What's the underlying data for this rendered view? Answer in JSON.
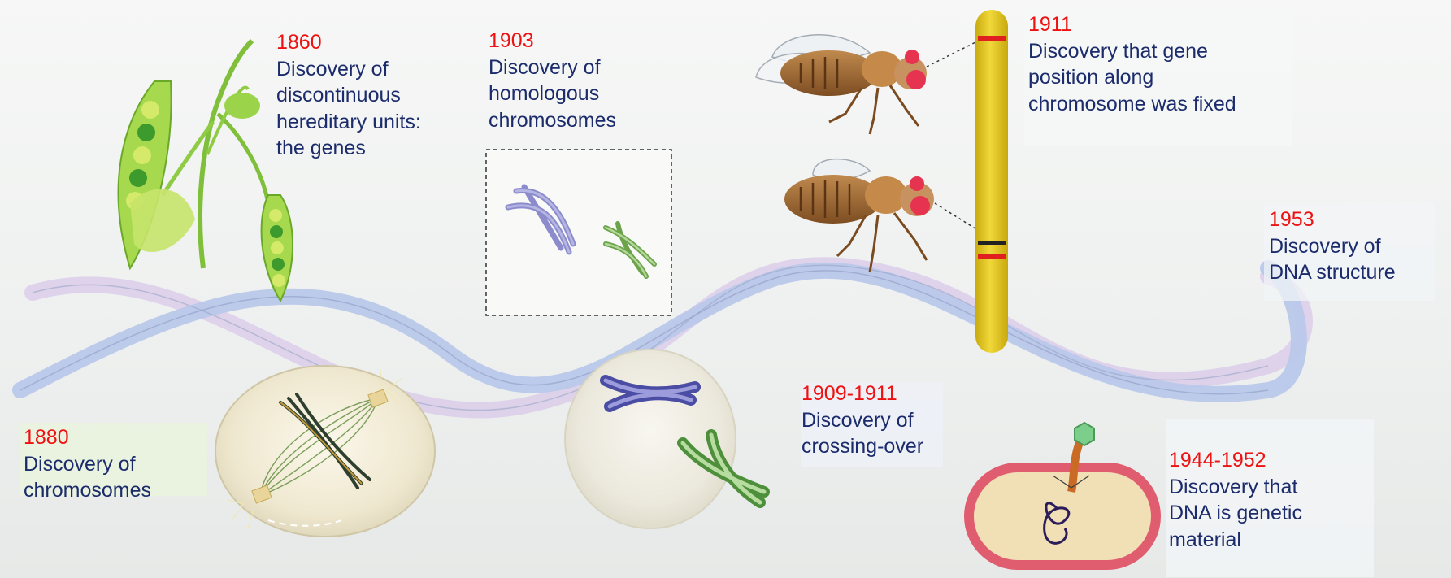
{
  "colors": {
    "year": "#ee1111",
    "description": "#1b2b6b",
    "dna_strand_a": "#b9c8ea",
    "dna_strand_b": "#ddd0ea",
    "chromosome_yellow": "#e8cc2a",
    "chromosome_band": "#e02020"
  },
  "milestones": [
    {
      "year": "1860",
      "description": "Discovery of\ndiscontinuous\nhereditary units:\nthe genes"
    },
    {
      "year": "1880",
      "description": "Discovery of\nchromosomes"
    },
    {
      "year": "1903",
      "description": "Discovery of\nhomologous\nchromosomes"
    },
    {
      "year": "1909-1911",
      "description": "Discovery of\ncrossing-over"
    },
    {
      "year": "1911",
      "description": "Discovery that gene\nposition along\nchromosome was fixed"
    },
    {
      "year": "1944-1952",
      "description": "Discovery that\nDNA is genetic\nmaterial"
    },
    {
      "year": "1953",
      "description": "Discovery of\nDNA structure"
    }
  ],
  "illustrations": [
    {
      "name": "pea-plant-illustration"
    },
    {
      "name": "mitosis-cell-illustration"
    },
    {
      "name": "homologous-chromosomes-illustration"
    },
    {
      "name": "crossing-over-cell-illustration"
    },
    {
      "name": "fruit-fly-illustration"
    },
    {
      "name": "banded-chromosome-illustration"
    },
    {
      "name": "bacteriophage-bacterium-illustration"
    },
    {
      "name": "dna-double-helix-illustration"
    }
  ]
}
